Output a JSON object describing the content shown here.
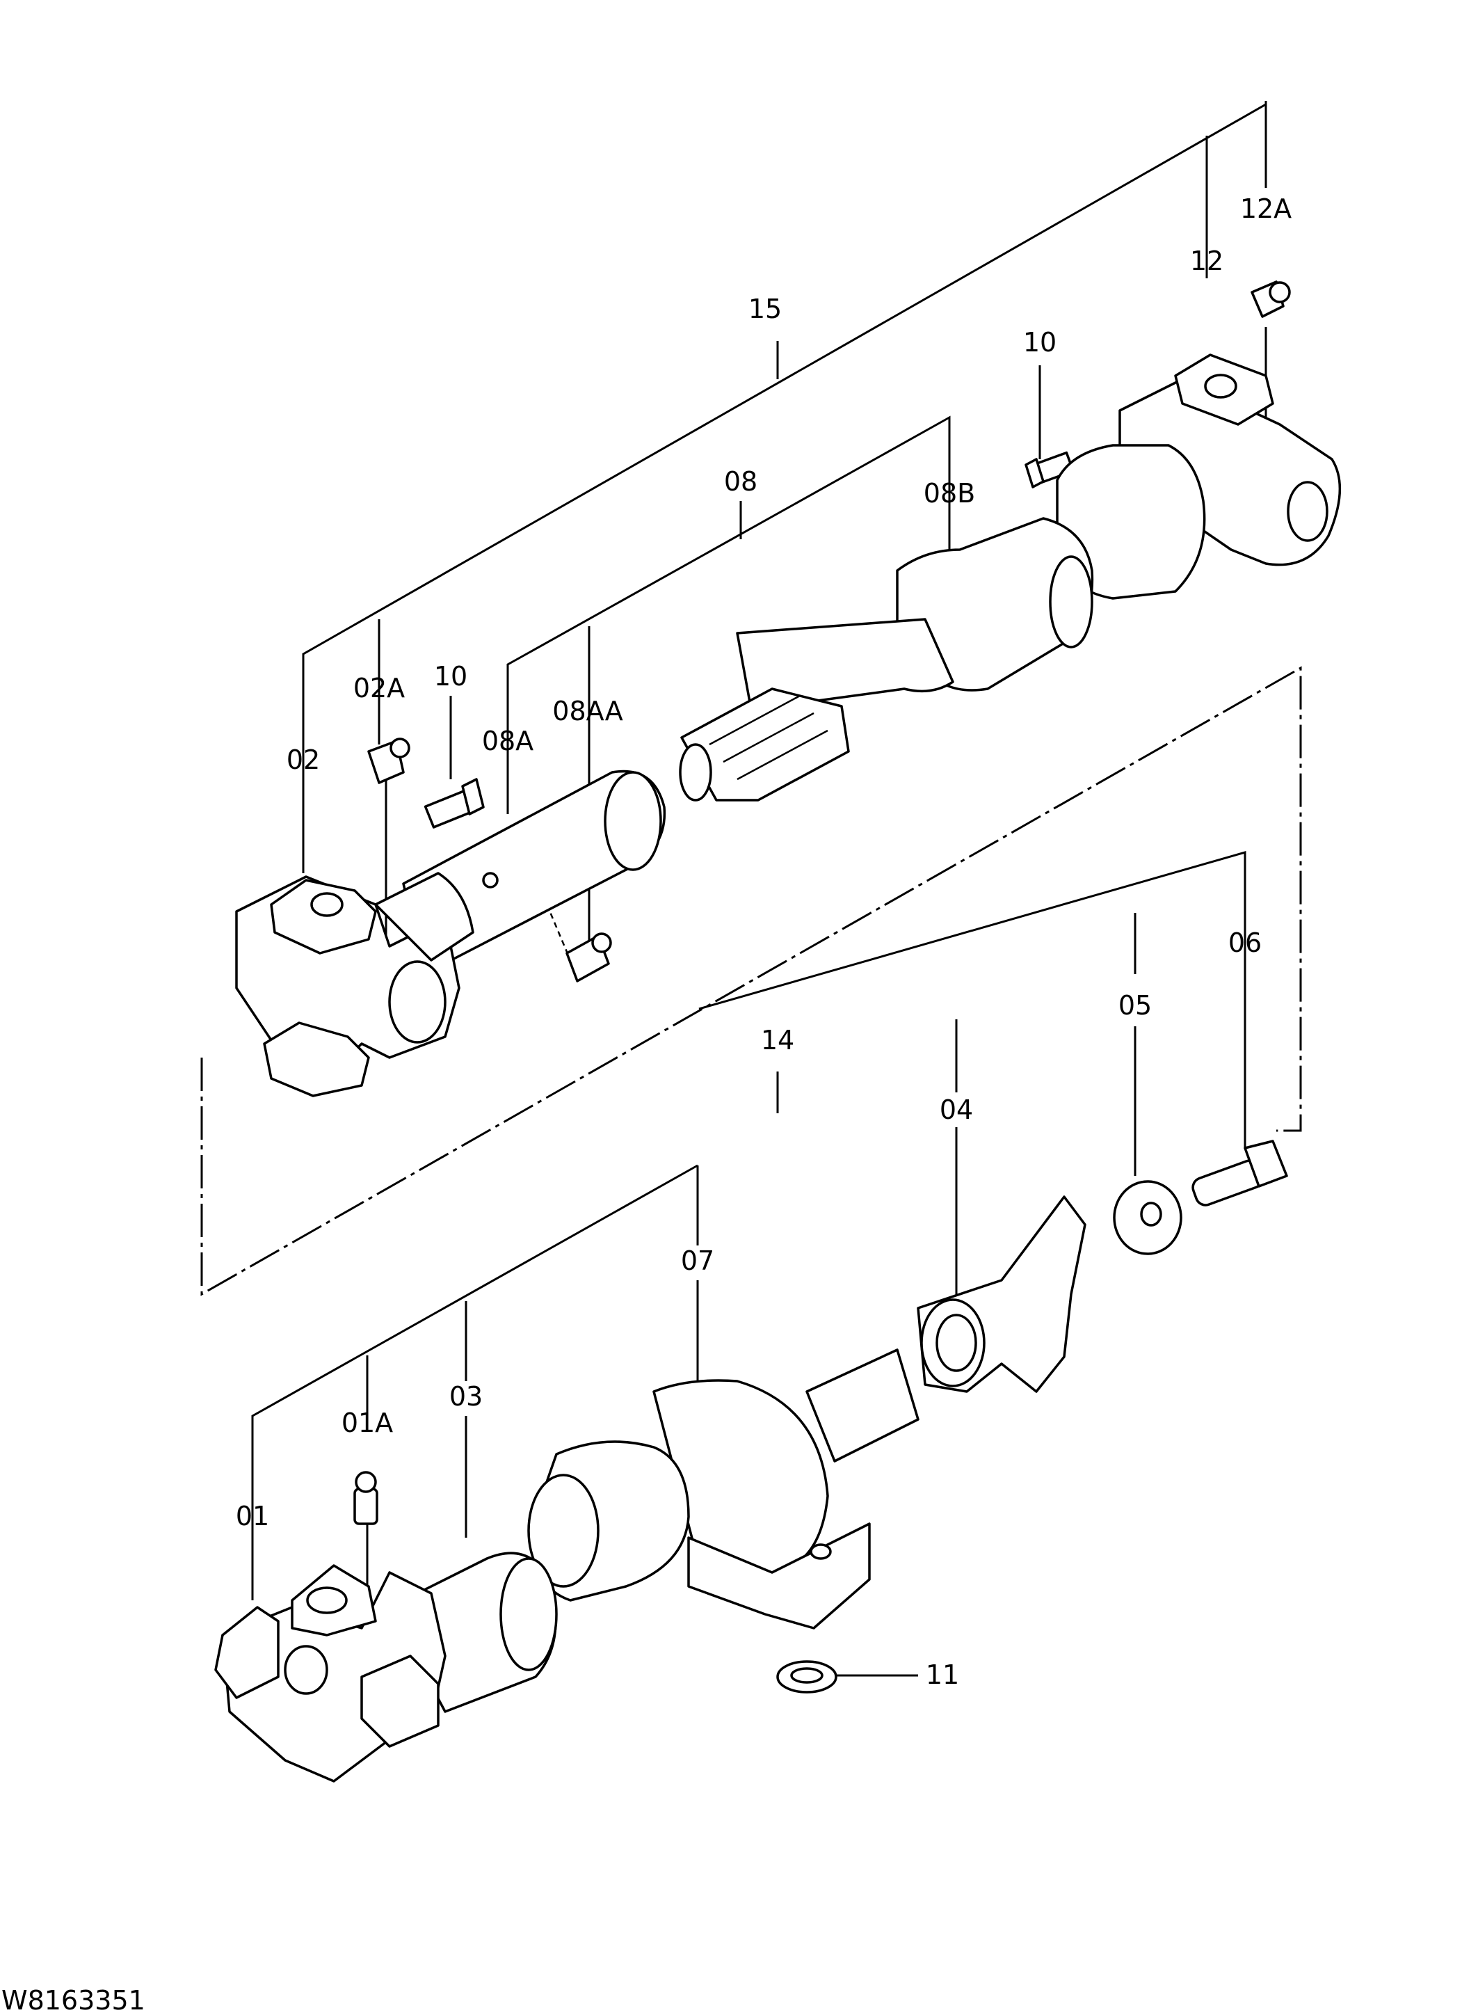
{
  "drawing_id": "W8163351",
  "callouts": {
    "p15": "15",
    "p12": "12",
    "p12A": "12A",
    "p10_top": "10",
    "p08": "08",
    "p08B": "08B",
    "p02A": "02A",
    "p10_left": "10",
    "p02": "02",
    "p08A": "08A",
    "p08AA": "08AA",
    "p06": "06",
    "p05": "05",
    "p14": "14",
    "p04": "04",
    "p07": "07",
    "p03": "03",
    "p01A": "01A",
    "p01": "01",
    "p11": "11"
  }
}
